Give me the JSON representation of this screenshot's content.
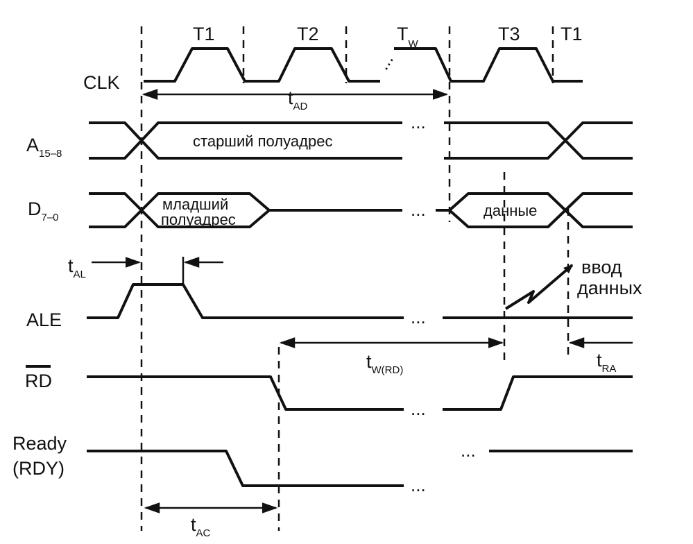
{
  "cycles": {
    "t1": "T1",
    "t2": "T2",
    "tw": "T",
    "tw_sub": "W",
    "t3": "T3",
    "t1_next": "T1"
  },
  "signals": {
    "clk": "CLK",
    "addr_high": "A",
    "addr_high_sub": "15–8",
    "data": "D",
    "data_sub": "7–0",
    "ale": "ALE",
    "rd": "RD",
    "ready_line1": "Ready",
    "ready_line2": "(RDY)"
  },
  "bus_labels": {
    "addr_high_text": "старший полуадрес",
    "data_addr_line1": "младший",
    "data_addr_line2": "полуадрес",
    "data_value": "данные",
    "input_line1": "ввод",
    "input_line2": "данных"
  },
  "timings": {
    "tad": "t",
    "tad_sub": "AD",
    "tal": "t",
    "tal_sub": "AL",
    "twrd": "t",
    "twrd_sub": "W(RD)",
    "tra": "t",
    "tra_sub": "RA",
    "tac": "t",
    "tac_sub": "AC"
  },
  "ellipsis": "..."
}
